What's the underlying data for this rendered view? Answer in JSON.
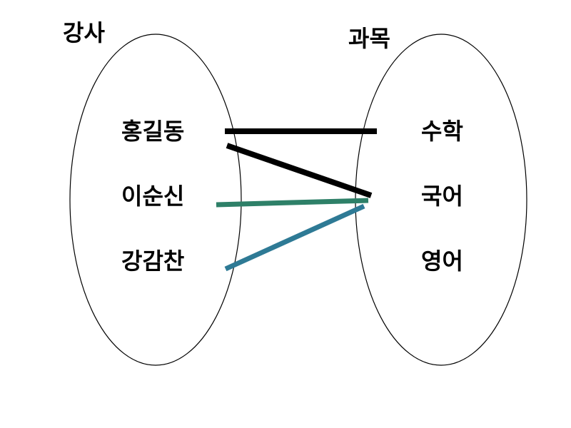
{
  "sets": {
    "left": {
      "title": "강사",
      "items": [
        "홍길동",
        "이순신",
        "강감찬"
      ]
    },
    "right": {
      "title": "과목",
      "items": [
        "수학",
        "국어",
        "영어"
      ]
    }
  },
  "mappings": [
    {
      "from": "홍길동",
      "to": "수학",
      "color": "#000000"
    },
    {
      "from": "홍길동",
      "to": "국어",
      "color": "#000000"
    },
    {
      "from": "이순신",
      "to": "국어",
      "color": "#2e8068"
    },
    {
      "from": "강감찬",
      "to": "국어",
      "color": "#2e7a95"
    }
  ]
}
